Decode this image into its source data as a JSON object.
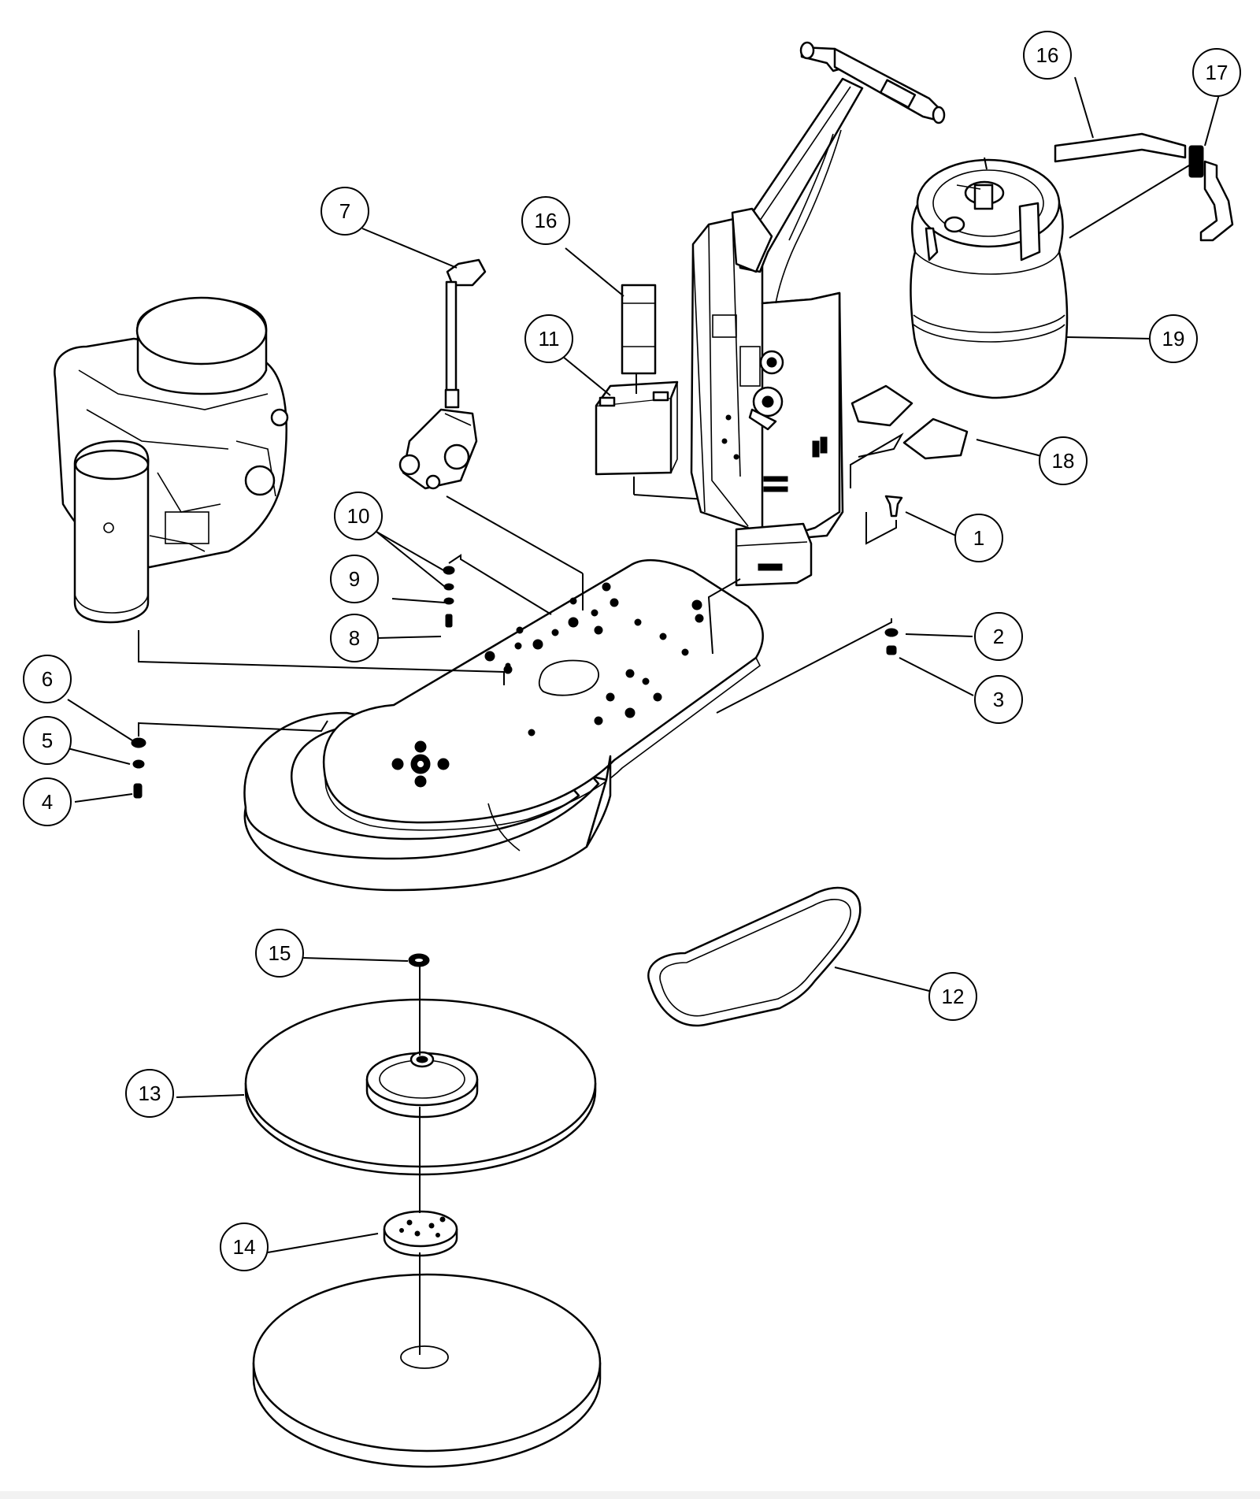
{
  "diagram": {
    "type": "exploded-parts-diagram",
    "line_color": "#000000",
    "background": "#ffffff",
    "callouts": [
      {
        "label": "1",
        "part": "bolt"
      },
      {
        "label": "2",
        "part": "washer"
      },
      {
        "label": "3",
        "part": "nut"
      },
      {
        "label": "4",
        "part": "bolt"
      },
      {
        "label": "5",
        "part": "lock-washer"
      },
      {
        "label": "6",
        "part": "washer"
      },
      {
        "label": "7",
        "part": "fuel-hose"
      },
      {
        "label": "8",
        "part": "bolt"
      },
      {
        "label": "9",
        "part": "lock-washer"
      },
      {
        "label": "10",
        "part": "washer"
      },
      {
        "label": "11",
        "part": "battery"
      },
      {
        "label": "12",
        "part": "drive-belt"
      },
      {
        "label": "13",
        "part": "pad-driver"
      },
      {
        "label": "14",
        "part": "hub"
      },
      {
        "label": "15",
        "part": "spacer"
      },
      {
        "label": "16",
        "part": "strap"
      },
      {
        "label": "16",
        "part": "battery-strap"
      },
      {
        "label": "17",
        "part": "buckle"
      },
      {
        "label": "18",
        "part": "decal"
      },
      {
        "label": "19",
        "part": "propane-tank"
      }
    ]
  }
}
